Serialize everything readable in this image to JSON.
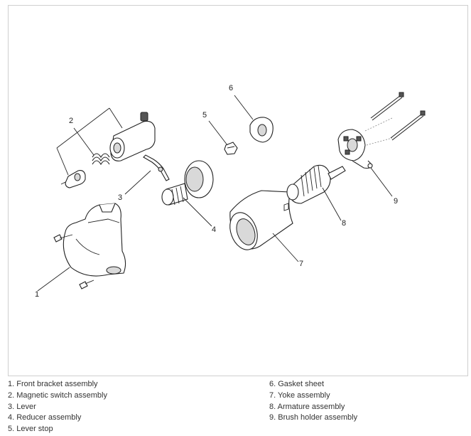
{
  "callouts": [
    "1",
    "2",
    "3",
    "4",
    "5",
    "6",
    "7",
    "8",
    "9"
  ],
  "legend": {
    "left": [
      "1. Front bracket assembly",
      "2. Magnetic switch assembly",
      "3. Lever",
      "4. Reducer assembly",
      "5. Lever stop"
    ],
    "right": [
      "6. Gasket sheet",
      "7. Yoke assembly",
      "8. Armature assembly",
      "9. Brush holder assembly"
    ]
  }
}
